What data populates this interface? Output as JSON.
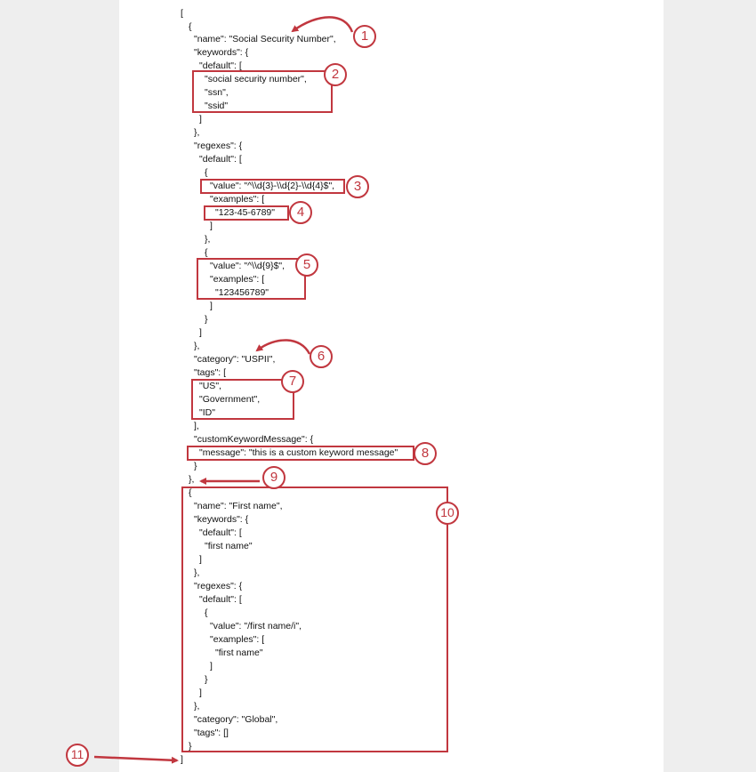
{
  "document": {
    "code_lines": [
      "[",
      "{",
      "\"name\": \"Social Security Number\",",
      "\"keywords\": {",
      "\"default\": [",
      "\"social security number\",",
      "\"ssn\",",
      "\"ssid\"",
      "]",
      "},",
      "\"regexes\": {",
      "\"default\": [",
      "{",
      "\"value\": \"^\\\\d{3}-\\\\d{2}-\\\\d{4}$\",",
      "\"examples\": [",
      "\"123-45-6789\"",
      "]",
      "},",
      "{",
      "\"value\": \"^\\\\d{9}$\",",
      "\"examples\": [",
      "\"123456789\"",
      "]",
      "}",
      "]",
      "},",
      "\"category\": \"USPII\",",
      "\"tags\": [",
      "\"US\",",
      "\"Government\",",
      "\"ID\"",
      "],",
      "\"customKeywordMessage\": {",
      "\"message\": \"this is a custom keyword message\"",
      "}",
      "},",
      "{",
      "\"name\": \"First name\",",
      "\"keywords\": {",
      "\"default\": [",
      "\"first name\"",
      "]",
      "},",
      "\"regexes\": {",
      "\"default\": [",
      "{",
      "\"value\": \"/first name/i\",",
      "\"examples\": [",
      "\"first name\"",
      "]",
      "}",
      "]",
      "},",
      "\"category\": \"Global\",",
      "\"tags\": []",
      "}",
      "]"
    ]
  },
  "callouts": [
    "1",
    "2",
    "3",
    "4",
    "5",
    "6",
    "7",
    "8",
    "9",
    "10",
    "11"
  ],
  "colors": {
    "annotation": "#c1373f",
    "page": "#ffffff",
    "background": "#eeeeee",
    "text": "#111111"
  }
}
